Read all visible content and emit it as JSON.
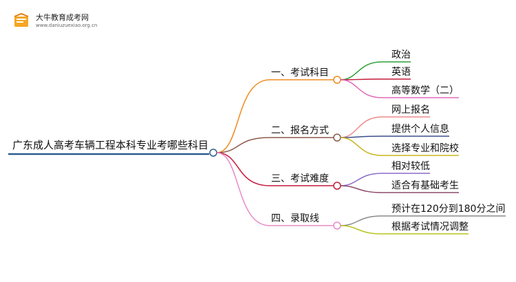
{
  "logo": {
    "title": "大牛教育成考网",
    "url": "www.daniuzuexiao.org.cn"
  },
  "mindmap": {
    "root": "广东成人高考车辆工程本科专业考哪些科目",
    "branches": [
      {
        "label": "一、考试科目",
        "color": "#f08a1e",
        "children": [
          {
            "label": "政治",
            "color": "#2e9e3a"
          },
          {
            "label": "英语",
            "color": "#c41a3a"
          },
          {
            "label": "高等数学（二）",
            "color": "#e06ab8"
          }
        ]
      },
      {
        "label": "二、报名方式",
        "color": "#8b5a4a",
        "children": [
          {
            "label": "网上报名",
            "color": "#ef8a8a"
          },
          {
            "label": "提供个人信息",
            "color": "#3c4e8c"
          },
          {
            "label": "选择专业和院校",
            "color": "#c8b61e"
          }
        ]
      },
      {
        "label": "三、考试难度",
        "color": "#c41a3a",
        "children": [
          {
            "label": "相对较低",
            "color": "#8a6ac8"
          },
          {
            "label": "适合有基础考生",
            "color": "#8b4a6a"
          }
        ]
      },
      {
        "label": "四、录取线",
        "color": "#e98ac8",
        "children": [
          {
            "label": "预计在120分到180分之间",
            "color": "#8a8a8a"
          },
          {
            "label": "根据考试情况调整",
            "color": "#b8c41e"
          }
        ]
      }
    ]
  }
}
